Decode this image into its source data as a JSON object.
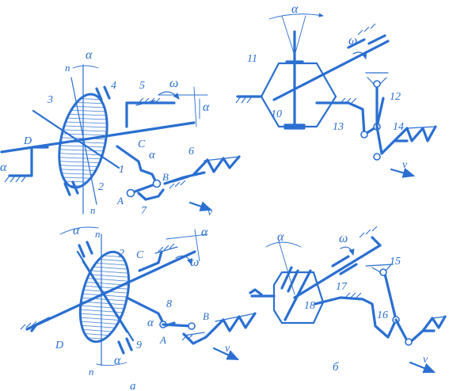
{
  "colors": {
    "ink": "#2a6fd1",
    "background": "#ffffff"
  },
  "labels": {
    "a_top": {
      "n_top": "n",
      "alpha_top": "α",
      "num_3": "3",
      "num_4": "4",
      "num_5": "5",
      "omega": "ω",
      "alpha_right": "α",
      "D": "D",
      "C": "C",
      "num_6": "6",
      "alpha_left": "α",
      "num_1": "1",
      "alpha_mid": "α",
      "B": "B",
      "num_2": "2",
      "A": "A",
      "num_7": "7",
      "v": "v",
      "n_bottom": "n"
    },
    "b_top": {
      "alpha": "α",
      "omega": "ω",
      "num_11": "11",
      "num_10": "10",
      "num_12": "12",
      "num_13": "13",
      "num_14": "14",
      "v": "v"
    },
    "a_bottom": {
      "alpha_top": "α",
      "n_top": "n",
      "num_2": "2",
      "C": "C",
      "alpha_right": "α",
      "omega": "ω",
      "num_8": "8",
      "D": "D",
      "alpha_mid": "α",
      "A": "A",
      "B": "B",
      "num_9": "9",
      "v": "v",
      "n_bottom": "n",
      "alpha_bottom": "α",
      "caption": "a"
    },
    "b_bottom": {
      "alpha": "α",
      "omega": "ω",
      "num_15": "15",
      "num_17": "17",
      "num_18": "18",
      "num_16": "16",
      "caption": "б",
      "v": "v"
    }
  }
}
